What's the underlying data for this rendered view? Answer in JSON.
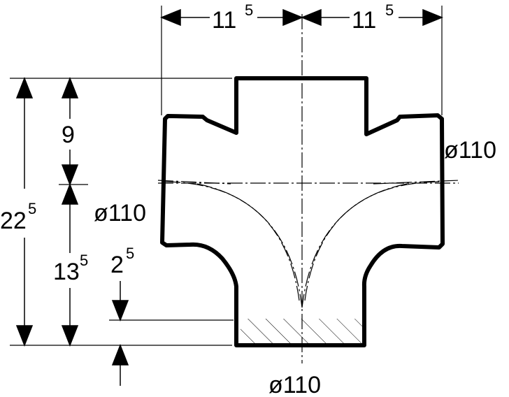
{
  "dimensions": {
    "top_left_width": {
      "main": "11",
      "sup": "5"
    },
    "top_right_width": {
      "main": "11",
      "sup": "5"
    },
    "total_height": {
      "main": "22",
      "sup": "5"
    },
    "upper_height": {
      "main": "9"
    },
    "lower_height": {
      "main": "13",
      "sup": "5"
    },
    "insert_depth": {
      "main": "2",
      "sup": "5"
    }
  },
  "diameters": {
    "right_branch": "ø110",
    "left_branch": "ø110",
    "bottom_outlet": "ø110"
  },
  "colors": {
    "line": "#000000",
    "background": "#ffffff"
  }
}
